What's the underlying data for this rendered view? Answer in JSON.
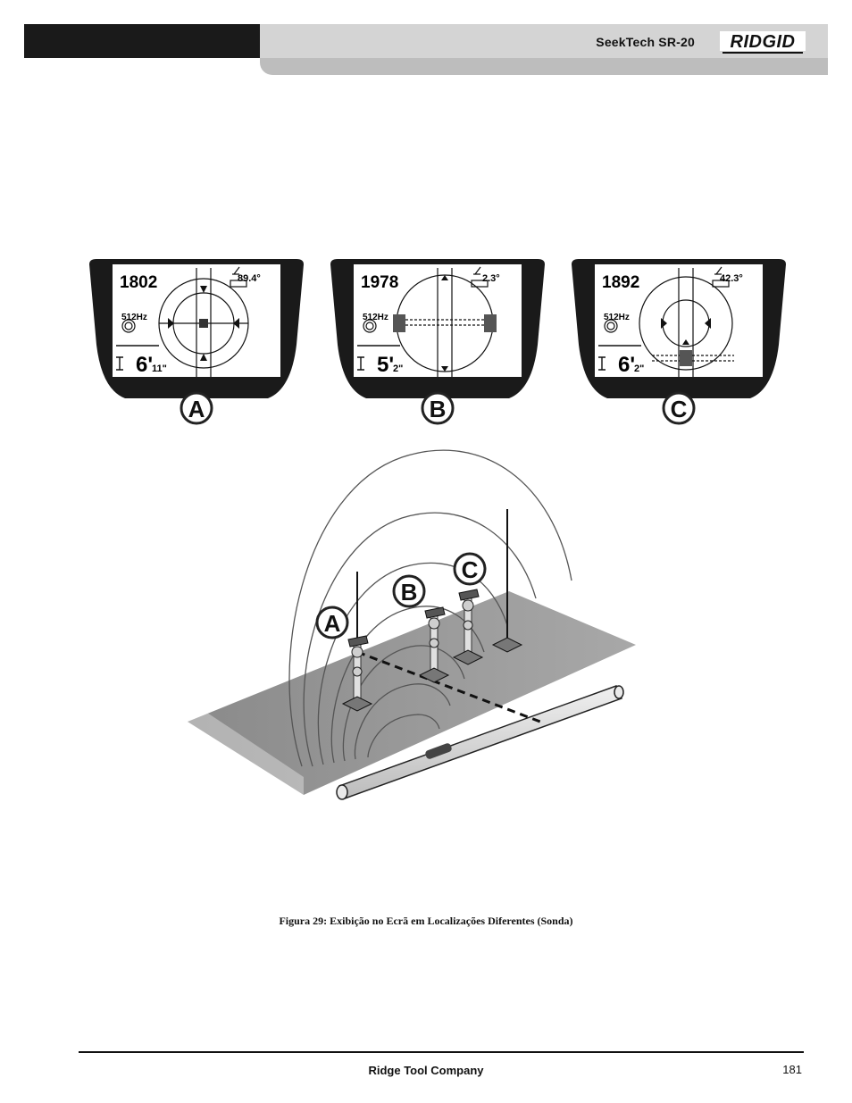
{
  "header": {
    "title": "SeekTech SR-20",
    "logo_text": "RIDGID",
    "colors": {
      "dark_band": "#1a1a1a",
      "light_band": "#d4d4d4"
    }
  },
  "figure": {
    "screens": [
      {
        "label": "A",
        "count": "1802",
        "angle": "89.4°",
        "frequency": "512Hz",
        "depth_feet": "6'",
        "depth_inches": "11\""
      },
      {
        "label": "B",
        "count": "1978",
        "angle": "2.3°",
        "frequency": "512Hz",
        "depth_feet": "5'",
        "depth_inches": "2\""
      },
      {
        "label": "C",
        "count": "1892",
        "angle": "42.3°",
        "frequency": "512Hz",
        "depth_feet": "6'",
        "depth_inches": "2\""
      }
    ],
    "scene_labels": [
      "A",
      "B",
      "C"
    ]
  },
  "caption": "Figura 29: Exibição no Ecrã em Localizações Diferentes (Sonda)",
  "footer": {
    "company": "Ridge Tool Company",
    "page_number": "181"
  }
}
